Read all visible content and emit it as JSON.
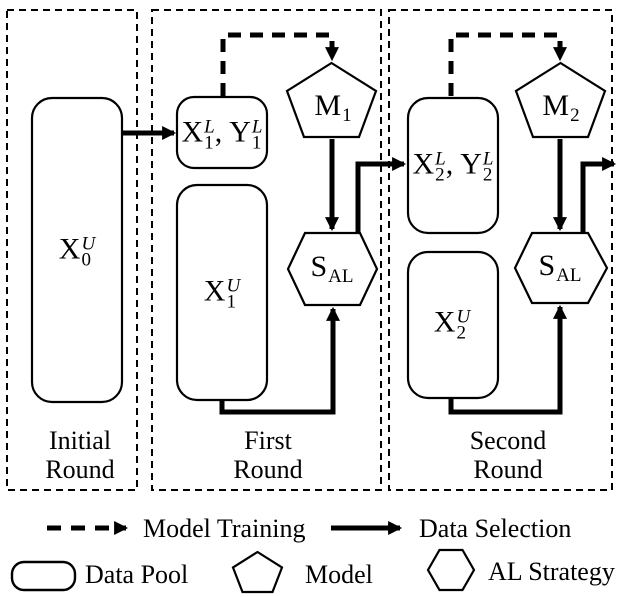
{
  "diagram": {
    "rounds": [
      {
        "line1": "Initial",
        "line2": "Round"
      },
      {
        "line1": "First",
        "line2": "Round"
      },
      {
        "line1": "Second",
        "line2": "Round"
      }
    ],
    "nodes": {
      "x0u": {
        "base": "X",
        "sup": "U",
        "sub": "0"
      },
      "x1ly1l": {
        "base1": "X",
        "sup1": "L",
        "sub1": "1",
        "sep": ",",
        "base2": "Y",
        "sup2": "L",
        "sub2": "1"
      },
      "x1u": {
        "base": "X",
        "sup": "U",
        "sub": "1"
      },
      "x2ly2l": {
        "base1": "X",
        "sup1": "L",
        "sub1": "2",
        "sep": ",",
        "base2": "Y",
        "sup2": "L",
        "sub2": "2"
      },
      "x2u": {
        "base": "X",
        "sup": "U",
        "sub": "2"
      },
      "m1": {
        "base": "M",
        "sub": "1"
      },
      "m2": {
        "base": "M",
        "sub": "2"
      },
      "sal1": {
        "base": "S",
        "sub": "AL"
      },
      "sal2": {
        "base": "S",
        "sub": "AL"
      }
    }
  },
  "legend": {
    "model_training": "Model Training",
    "data_selection": "Data Selection",
    "data_pool": "Data Pool",
    "model": "Model",
    "al_strategy": "AL Strategy"
  },
  "colors": {
    "ink": "#000000",
    "background": "#ffffff"
  }
}
